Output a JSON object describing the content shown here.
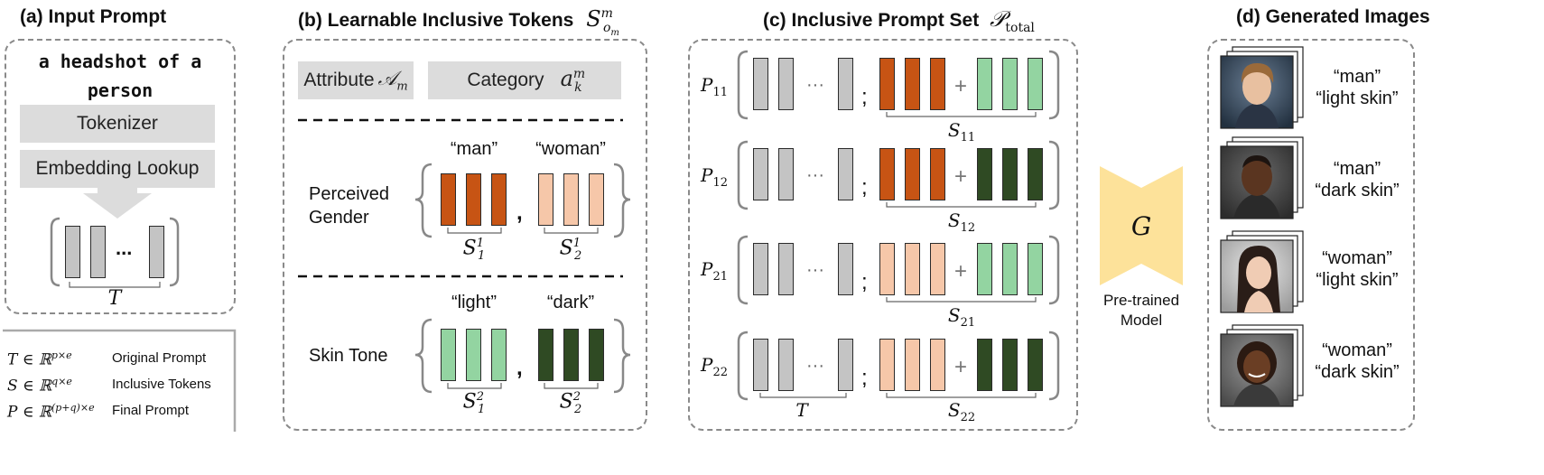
{
  "panel_a": {
    "title": "(a) Input Prompt",
    "prompt_text": "a headshot of a person",
    "tokenizer": "Tokenizer",
    "embedding": "Embedding Lookup",
    "ellipsis": "...",
    "brace_label": "T"
  },
  "legend": {
    "rows": [
      {
        "symbol": "T ∈ ℝ^{p×e}",
        "label": "Original Prompt"
      },
      {
        "symbol": "S ∈ ℝ^{q×e}",
        "label": "Inclusive Tokens"
      },
      {
        "symbol": "P ∈ ℝ^{(p+q)×e}",
        "label": "Final Prompt"
      }
    ]
  },
  "panel_b": {
    "title": "(b) Learnable Inclusive Tokens",
    "title_math": "S_{o_m}^m",
    "attribute_label": "Attribute",
    "attribute_math": "A_m",
    "category_label": "Category",
    "category_math": "a_k^m",
    "rows": [
      {
        "name": "Perceived Gender",
        "groups": [
          {
            "quote": "“man”",
            "sub": "S_1^1",
            "color": "#c75414"
          },
          {
            "quote": "“woman”",
            "sub": "S_2^1",
            "color": "#f6c7a9"
          }
        ]
      },
      {
        "name": "Skin Tone",
        "groups": [
          {
            "quote": "“light”",
            "sub": "S_1^2",
            "color": "#93d4a1"
          },
          {
            "quote": "“dark”",
            "sub": "S_2^2",
            "color": "#2f4a23"
          }
        ]
      }
    ]
  },
  "panel_c": {
    "title": "(c) Inclusive Prompt Set",
    "title_math": "P_total",
    "rows": [
      {
        "label": "P_11",
        "sub": "S_11",
        "first": "#c75414",
        "second": "#93d4a1"
      },
      {
        "label": "P_12",
        "sub": "S_12",
        "first": "#c75414",
        "second": "#2f4a23"
      },
      {
        "label": "P_21",
        "sub": "S_21",
        "first": "#f6c7a9",
        "second": "#93d4a1"
      },
      {
        "label": "P_22",
        "sub": "S_22",
        "first": "#f6c7a9",
        "second": "#2f4a23"
      }
    ],
    "t_label": "T",
    "plus": "+",
    "semicolon": ";",
    "dots": "···"
  },
  "model": {
    "symbol": "G",
    "caption": "Pre-trained Model",
    "color": "#fde29a"
  },
  "panel_d": {
    "title": "(d) Generated Images",
    "items": [
      {
        "line1": "“man”",
        "line2": "“light skin”",
        "face": "light-skin-man-face"
      },
      {
        "line1": "“man”",
        "line2": "“dark skin”",
        "face": "dark-skin-man-face"
      },
      {
        "line1": "“woman”",
        "line2": "“light skin”",
        "face": "light-skin-woman-face"
      },
      {
        "line1": "“woman”",
        "line2": "“dark skin”",
        "face": "dark-skin-woman-face"
      }
    ]
  },
  "colors": {
    "gray_token": "#c4c4c4",
    "panel_border": "#8a8a8a",
    "label_box": "#dcdcdc"
  }
}
